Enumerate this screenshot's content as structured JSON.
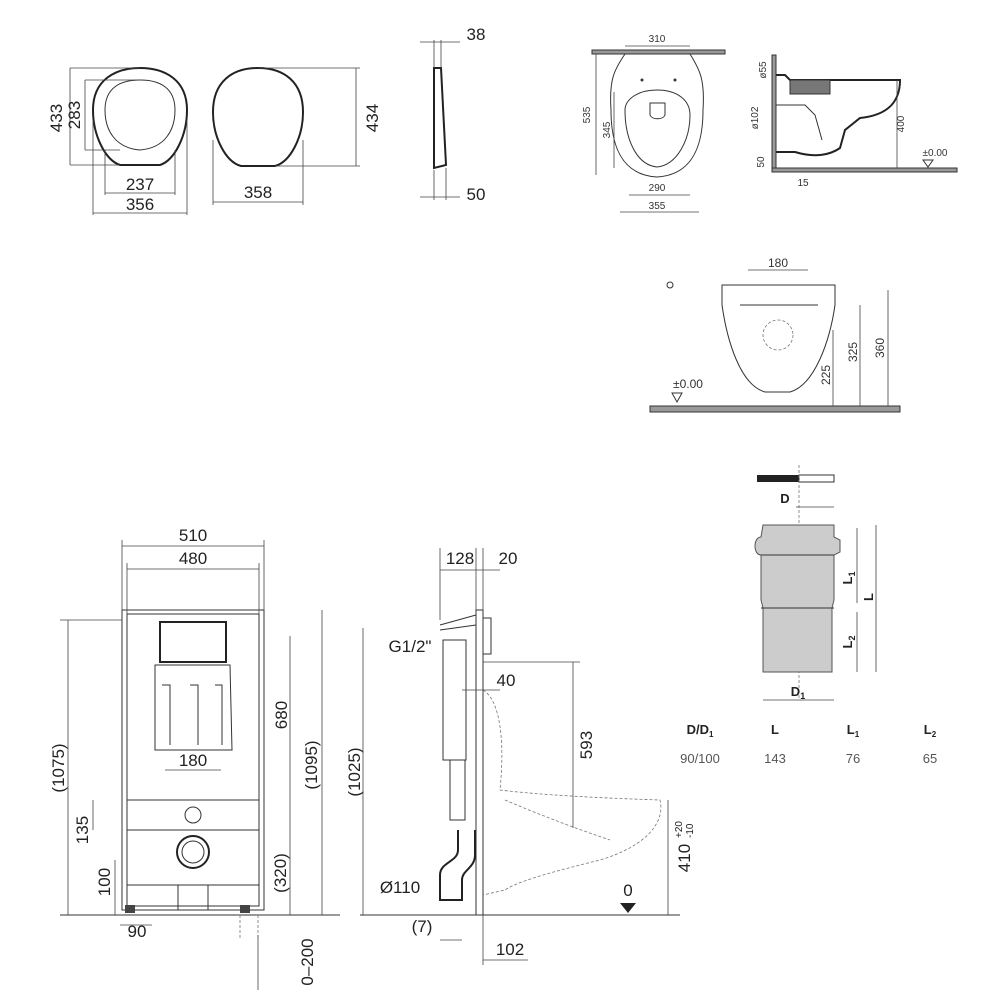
{
  "seat_drawings": {
    "seat_open": {
      "height_outer": "433",
      "height_inner": "283",
      "width_inner": "237",
      "width_outer": "356"
    },
    "seat_cover": {
      "width": "358",
      "height": "434"
    },
    "seat_side": {
      "top": "38",
      "bottom": "50"
    }
  },
  "bowl_top_view": {
    "width_top": "310",
    "length": "535",
    "seat_length": "345",
    "seat_width": "290",
    "width": "355"
  },
  "bowl_side_view": {
    "d_inlet": "ø55",
    "d_outlet": "ø102",
    "height_outlet": "50",
    "offset": "15",
    "height": "400",
    "level": "±0.00"
  },
  "bowl_front_view": {
    "width": "180",
    "h1": "225",
    "h2": "325",
    "h3": "360",
    "level": "±0.00"
  },
  "pipe": {
    "labels": {
      "d": "D",
      "d1": "D",
      "d1_sub": "1",
      "l": "L",
      "l1": "L",
      "l1_sub": "1",
      "l2": "L",
      "l2_sub": "2"
    },
    "table": {
      "headers": [
        {
          "main": "D/D",
          "sub": "1"
        },
        {
          "main": "L",
          "sub": ""
        },
        {
          "main": "L",
          "sub": "1"
        },
        {
          "main": "L",
          "sub": "2"
        }
      ],
      "values": [
        "90/100",
        "143",
        "76",
        "65"
      ]
    }
  },
  "frame_front": {
    "outer_width": "510",
    "inner_width": "480",
    "height_total": "(1075)",
    "h680": "680",
    "height_1095": "(1095)",
    "spacing": "180",
    "h135": "135",
    "h100": "100",
    "h320": "(320)",
    "foot": "90",
    "adjust": "0–200"
  },
  "frame_side": {
    "depth": "128",
    "depth2": "20",
    "inlet": "G1/2\"",
    "offset40": "40",
    "h593": "593",
    "height_1025": "(1025)",
    "drain": "Ø110",
    "zero": "0",
    "h410": "410",
    "tol_plus": "+20",
    "tol_minus": "-10",
    "gap": "(7)",
    "w102": "102"
  }
}
